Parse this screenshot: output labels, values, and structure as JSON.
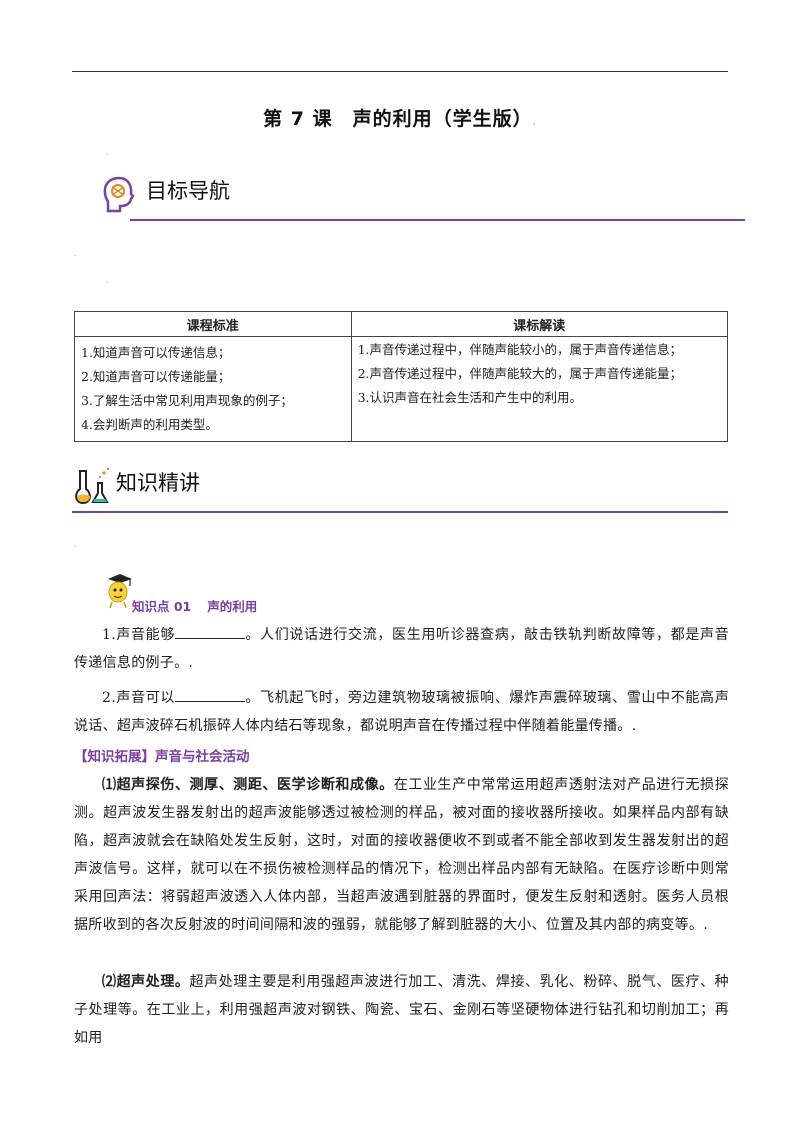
{
  "page": {
    "title": "第 7 课　声的利用（学生版）",
    "title_dot": "."
  },
  "sections": {
    "goal": {
      "label": "目标导航",
      "icon": "brain-head-icon"
    },
    "knowledge": {
      "label": "知识精讲",
      "icon": "flask-icon"
    }
  },
  "table": {
    "headers": [
      "课程标准",
      "课标解读"
    ],
    "left": [
      "1.知道声音可以传递信息；",
      "2.知道声音可以传递能量；",
      "3.了解生活中常见利用声现象的例子；",
      "4.会判断声的利用类型。"
    ],
    "right": [
      "1.声音传递过程中，伴随声能较小的，属于声音传递信息；",
      "2.声音传递过程中，伴随声能较大的，属于声音传递能量；",
      "3.认识声音在社会生活和产生中的利用。"
    ]
  },
  "knowledge_point": {
    "number": "知识点 01",
    "name": "声的利用",
    "icon": "mascot-graduate-icon"
  },
  "paragraphs": {
    "p1_before": "1.声音能够",
    "p1_after": "。人们说话进行交流，医生用听诊器查病，敲击铁轨判断故障等，都是声音传递信息的例子。.",
    "p2_before": "2.声音可以",
    "p2_after": "。飞机起飞时，旁边建筑物玻璃被振响、爆炸声震碎玻璃、雪山中不能高声说话、超声波碎石机振碎人体内结石等现象，都说明声音在传播过程中伴随着能量传播。.",
    "ext_title": "【知识拓展】声音与社会活动",
    "p3_bold": "⑴超声探伤、测厚、测距、医学诊断和成像。",
    "p3_text": "在工业生产中常常运用超声透射法对产品进行无损探测。超声波发生器发射出的超声波能够透过被检测的样品，被对面的接收器所接收。如果样品内部有缺陷，超声波就会在缺陷处发生反射，这时，对面的接收器便收不到或者不能全部收到发生器发射出的超声波信号。这样，就可以在不损伤被检测样品的情况下，检测出样品内部有无缺陷。在医疗诊断中则常采用回声法：将弱超声波透入人体内部，当超声波遇到脏器的界面时，便发生反射和透射。医务人员根据所收到的各次反射波的时间间隔和波的强弱，就能够了解到脏器的大小、位置及其内部的病变等。.",
    "p4_bold": "⑵超声处理。",
    "p4_text": "超声处理主要是利用强超声波进行加工、清洗、焊接、乳化、粉碎、脱气、医疗、种子处理等。在工业上，利用强超声波对钢铁、陶瓷、宝石、金刚石等坚硬物体进行钻孔和切削加工；再如用"
  },
  "colors": {
    "accent": "#7a3fa1",
    "rule": "#333333"
  }
}
